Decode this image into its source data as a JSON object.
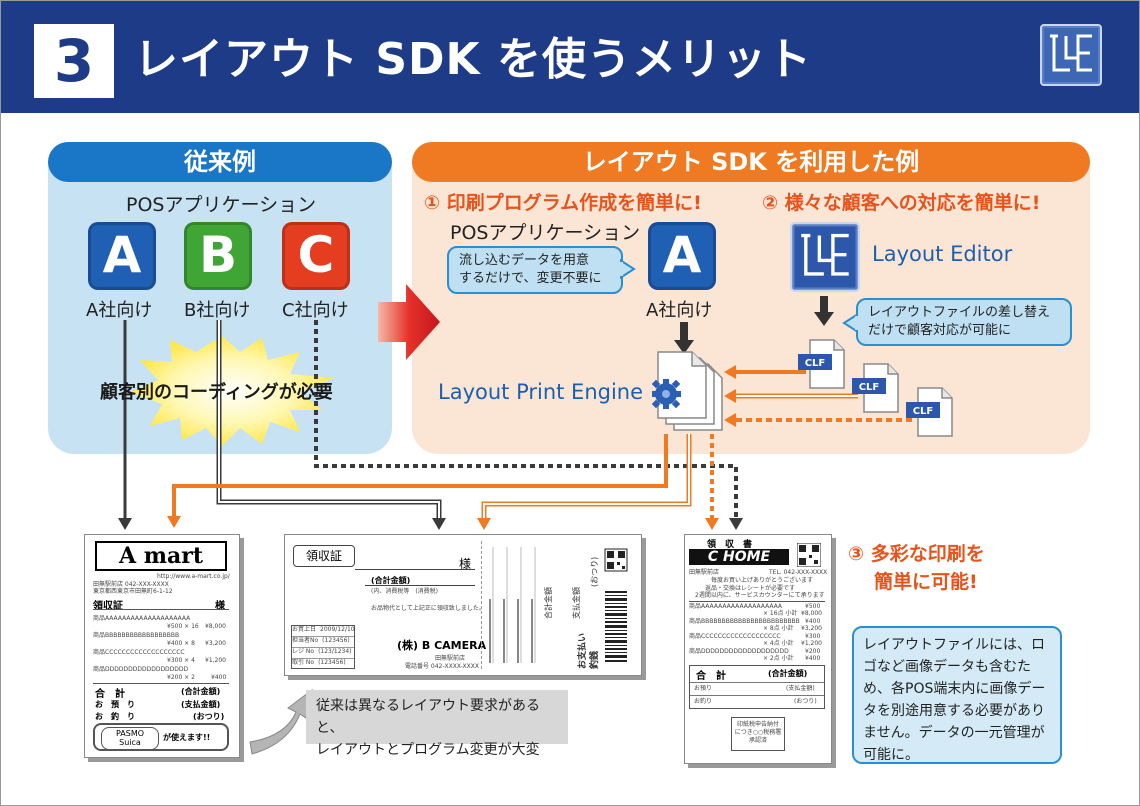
{
  "header": {
    "number": "3",
    "title": "レイアウト SDK を使うメリット"
  },
  "left": {
    "title": "従来例",
    "app_label": "POSアプリケーション",
    "apps": [
      {
        "letter": "A",
        "label": "A社向け",
        "color": "#1f5fb4"
      },
      {
        "letter": "B",
        "label": "B社向け",
        "color": "#3fa535"
      },
      {
        "letter": "C",
        "label": "C社向け",
        "color": "#e53d1f"
      }
    ],
    "burst_text": "顧客別のコーディングが必要"
  },
  "right": {
    "title": "レイアウト SDK を利用した例",
    "benefit1": "① 印刷プログラム作成を簡単に!",
    "benefit2": "② 様々な顧客への対応を簡単に!",
    "app_label": "POSアプリケーション",
    "app": {
      "letter": "A",
      "label": "A社向け"
    },
    "bubble1_line1": "流し込むデータを用意",
    "bubble1_line2": "するだけで、変更不要に",
    "editor_label": "Layout Editor",
    "bubble2_line1": "レイアウトファイルの差し替え",
    "bubble2_line2": "だけで顧客対応が可能に",
    "engine_label": "Layout Print Engine",
    "clf": "CLF"
  },
  "receipt_a": {
    "logo": "A mart",
    "url": "http://www.a-mart.co.jp/",
    "store_line1": "田無駅前店 042-XXX-XXXX",
    "store_line2": "東京都西東京市田無町6-1-12",
    "doc_title": "領収証",
    "honorific": "様",
    "items": [
      {
        "name": "商品AAAAAAAAAAAAAAAAAAAA",
        "sub": "¥500 × 16",
        "price": "¥8,000"
      },
      {
        "name": "商品BBBBBBBBBBBBBBBBBB",
        "sub": "¥400 × 8",
        "price": "¥3,200"
      },
      {
        "name": "商品CCCCCCCCCCCCCCCCCCC",
        "sub": "¥300 × 4",
        "price": "¥1,200"
      },
      {
        "name": "商品DDDDDDDDDDDDDDDDDD",
        "sub": "¥200 × 2",
        "price": "¥400"
      }
    ],
    "total_label": "合　計",
    "total_value": "(合計金額)",
    "paid_label": "お　預　り",
    "paid_value": "(支払金額)",
    "change_label": "お　釣　り",
    "change_value": "(おつり)",
    "footer_card1": "PASMO",
    "footer_card2": "Suica",
    "footer_text": "が使えます!!"
  },
  "receipt_b": {
    "doc_title": "領収証",
    "honorific": "様",
    "amount": "(合計金額)",
    "amount_note": "(内、消費税等　(消費税)",
    "note": "お品物代として上記正に領収致しました。",
    "fields": [
      {
        "label": "お買上日",
        "value": "2009/12/10"
      },
      {
        "label": "担当者No",
        "value": "(123456)"
      },
      {
        "label": "レジ No",
        "value": "(123/1234)"
      },
      {
        "label": "取引 No",
        "value": "(123456)"
      }
    ],
    "company": "(株) B CAMERA",
    "branch": "田無駅前店",
    "phone": "電話番号 042-XXXX-XXXX",
    "rot_total": "合計金額",
    "rot_pay": "支払金額",
    "rot_change": "お支払い",
    "rot_change2": "(おつり)",
    "rot_kin": "釣銭"
  },
  "receipt_c": {
    "header": "領　収　書",
    "logo": "C HOME",
    "store": "田無駅前店",
    "tel": "TEL. 042-XXX-XXXX",
    "thanks": "毎度お買い上げありがとうございます",
    "notice1": "返品・交換はレシートが必要です",
    "notice2": "2週間以内に、サービスカウンターにて承ります",
    "items": [
      {
        "name": "商品AAAAAAAAAAAAAAAAAAA",
        "price": "¥500",
        "sub": "× 16点 小計",
        "subtotal": "¥8,000"
      },
      {
        "name": "商品BBBBBBBBBBBBBBBBBBBBBBBB",
        "price": "¥400",
        "sub": "× 8点 小計",
        "subtotal": "¥3,200"
      },
      {
        "name": "商品CCCCCCCCCCCCCCCCCCC",
        "price": "¥300",
        "sub": "× 4点 小計",
        "subtotal": "¥1,200"
      },
      {
        "name": "商品DDDDDDDDDDDDDDDDDDD",
        "price": "¥200",
        "sub": "× 2点 小計",
        "subtotal": "¥400"
      }
    ],
    "total_label": "合　計",
    "total_value": "(合計金額)",
    "paid_label": "お預り",
    "paid_value": "(支払金額)",
    "change_label": "お釣り",
    "change_value": "(おつり)",
    "stamp1": "印紙税申告納付",
    "stamp2": "につき○○税務署",
    "stamp3": "承認済"
  },
  "note_grey_line1": "従来は異なるレイアウト要求があると、",
  "note_grey_line2": "レイアウトとプログラム変更が大変",
  "benefit3_line1": "③ 多彩な印刷を",
  "benefit3_line2": "簡単に可能!",
  "note_blue": "レイアウトファイルには、ロゴなど画像データも含むため、各POS端末内に画像データを別途用意する必要がありません。データの一元管理が可能に。",
  "colors": {
    "navy": "#1d3b87",
    "blue": "#1a76c7",
    "orange": "#ef7a21",
    "red_orange": "#e8531c"
  }
}
